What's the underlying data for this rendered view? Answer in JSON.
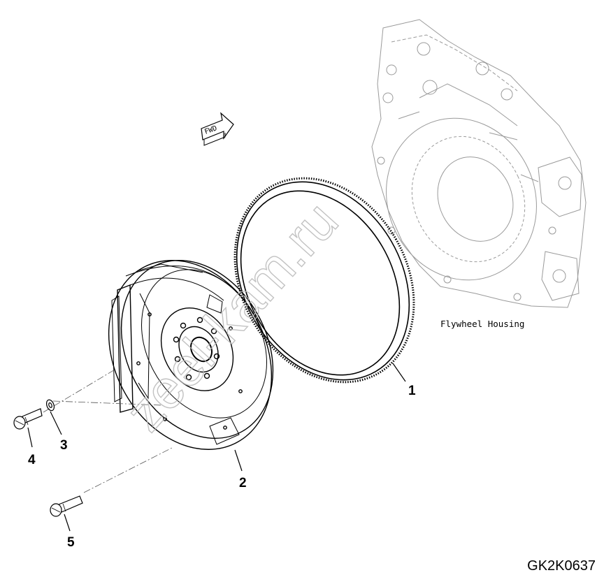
{
  "diagram": {
    "fwd_label": "FWD",
    "housing_label": "Flywheel Housing",
    "callouts": [
      "1",
      "2",
      "3",
      "4",
      "5"
    ],
    "reference_code": "GK2K0637",
    "watermark": "zeel-kam.ru"
  }
}
